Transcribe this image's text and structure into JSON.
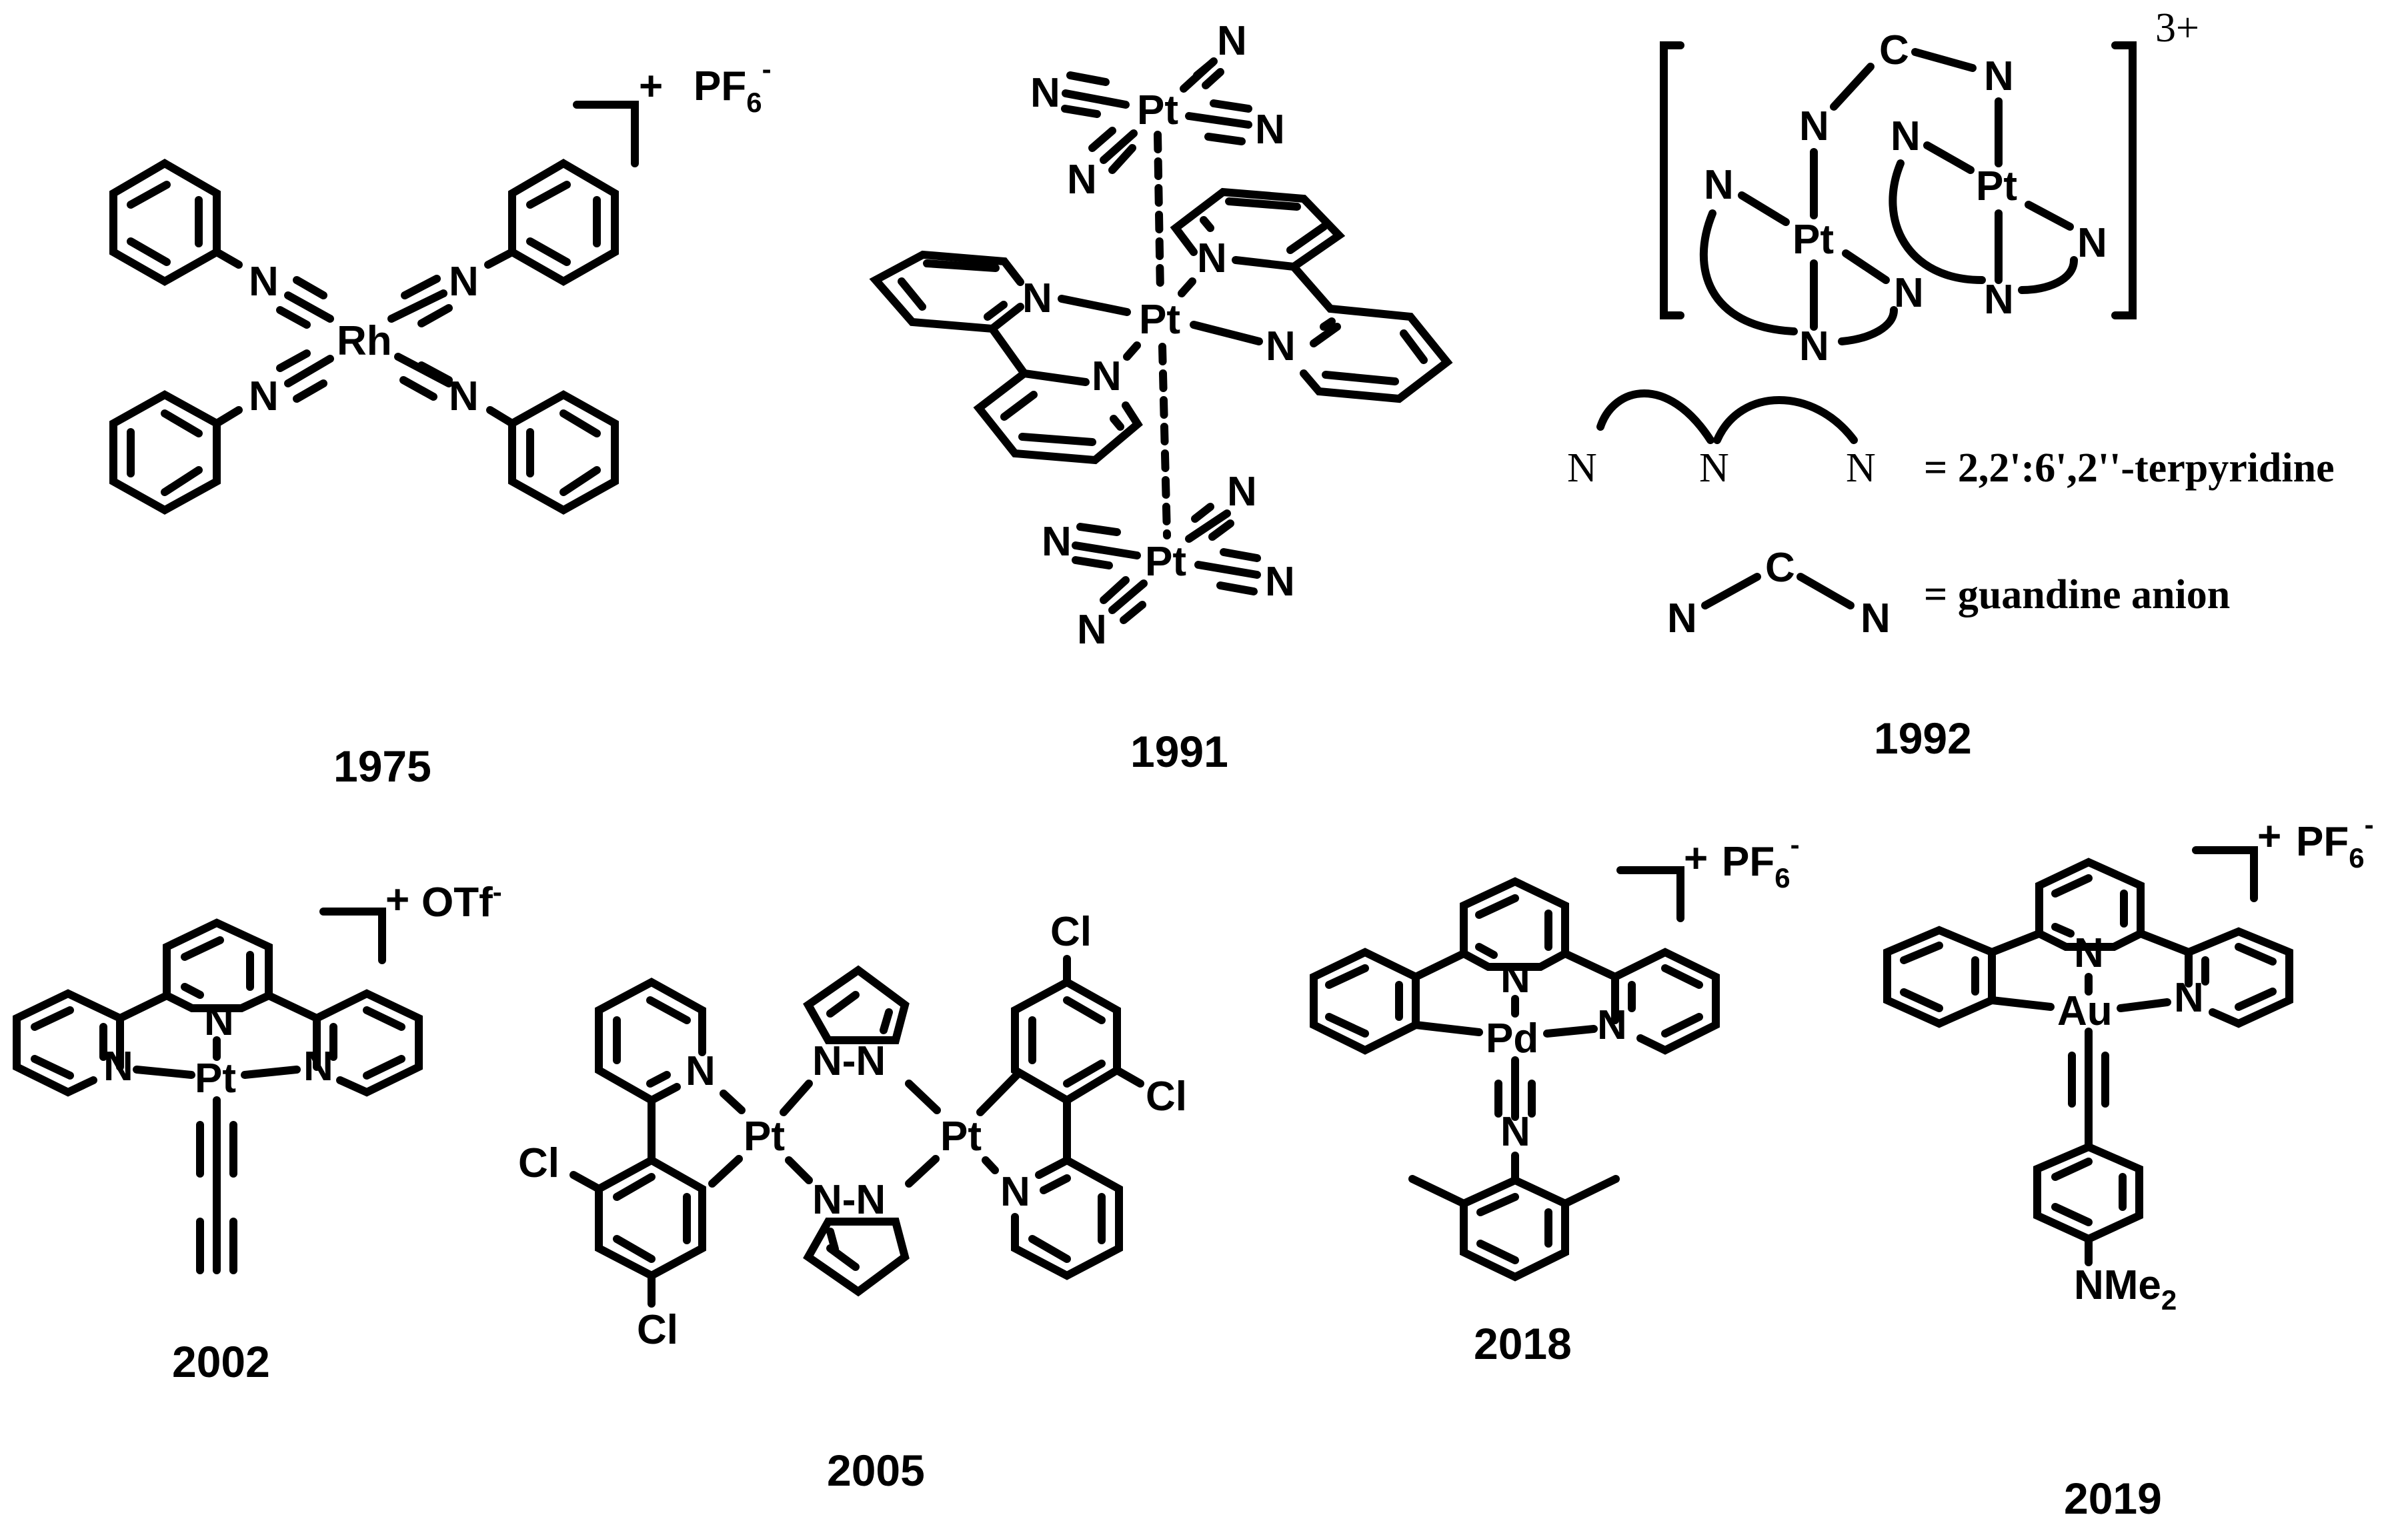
{
  "figure": {
    "description": "Timeline of luminescent metal complexes",
    "panels": [
      {
        "year": "1975",
        "metal": "Rh",
        "ligand_atom": "N",
        "counterion": "PF",
        "counterion_sub": "6",
        "charge": "+",
        "anion_charge": "-"
      },
      {
        "year": "1991",
        "metal": "Pt",
        "ligand_atom": "N"
      },
      {
        "year": "1992",
        "metal": "Pt",
        "ligand_atom": "N",
        "bridge_atom": "C",
        "charge": "3+",
        "legend": [
          {
            "label": "= 2,2':6',2''-terpyridine",
            "atom": "N"
          },
          {
            "label": "= guandine anion",
            "atom": "N",
            "center": "C"
          }
        ]
      },
      {
        "year": "2002",
        "metal": "Pt",
        "ligand_atom": "N",
        "counterion": "OTf",
        "charge": "+",
        "anion_charge": "-"
      },
      {
        "year": "2005",
        "metal": "Pt",
        "ligand_atom": "N",
        "substituent": "Cl",
        "bond_label": "N-N"
      },
      {
        "year": "2018",
        "metal": "Pd",
        "ligand_atom": "N",
        "counterion": "PF",
        "counterion_sub": "6",
        "charge": "+",
        "anion_charge": "-"
      },
      {
        "year": "2019",
        "metal": "Au",
        "ligand_atom": "N",
        "counterion": "PF",
        "counterion_sub": "6",
        "charge": "+",
        "anion_charge": "-",
        "substituent": "NMe",
        "substituent_sub": "2"
      }
    ]
  }
}
